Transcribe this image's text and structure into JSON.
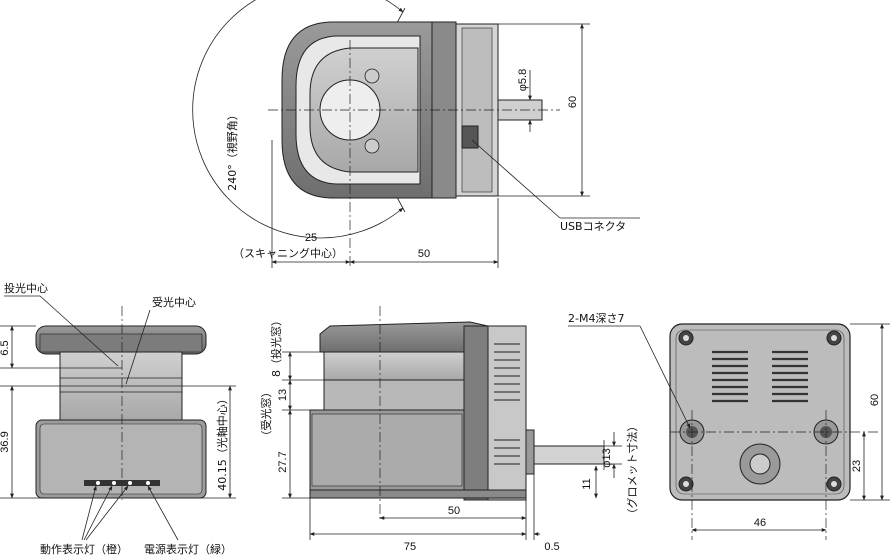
{
  "top_view": {
    "angle_label": "240°（視野角）",
    "diameter_label": "φ5.8",
    "height_label": "60",
    "connector_label": "USBコネクタ",
    "scan_center_value": "25",
    "scan_center_label": "（スキャニング中心）",
    "depth_label": "50"
  },
  "front_view": {
    "emitter_center_label": "投光中心",
    "receiver_center_label": "受光中心",
    "dim_top": "6.5",
    "dim_height": "36.9",
    "dim_optical_axis": "40.15（光軸中心）",
    "action_led_label": "動作表示灯（橙）",
    "power_led_label": "電源表示灯（緑）"
  },
  "side_view": {
    "dim_emit_window": "8（投光窓）",
    "dim_13": "13",
    "receive_window_label": "（受光窓）",
    "dim_277": "27.7",
    "dim_50": "50",
    "dim_75": "75",
    "dim_05": "0.5",
    "dim_11": "11",
    "cable_diameter": "φ13",
    "grommet_label": "（グロメット寸法）"
  },
  "rear_view": {
    "hole_label": "2-M4深さ7",
    "dim_height": "60",
    "dim_23": "23",
    "dim_width": "46"
  }
}
